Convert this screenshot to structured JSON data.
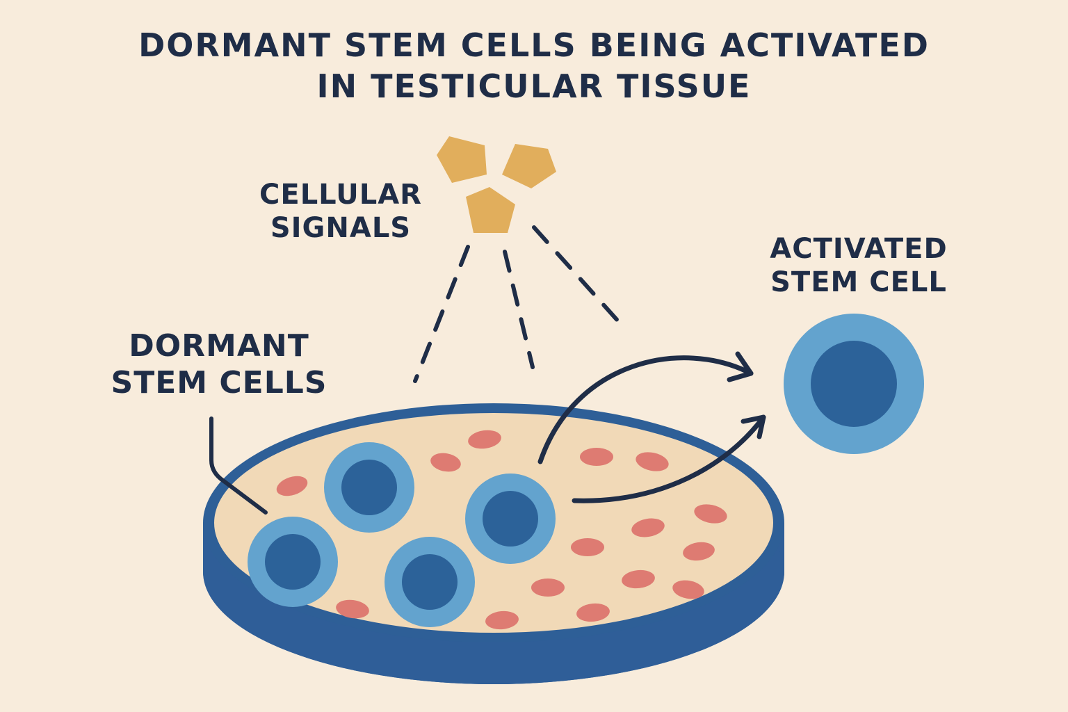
{
  "title": {
    "line1": "DORMANT STEM CELLS BEING ACTIVATED",
    "line2": "IN TESTICULAR TISSUE"
  },
  "labels": {
    "cellular_signals": {
      "line1": "CELLULAR",
      "line2": "SIGNALS"
    },
    "activated_stem_cell": {
      "line1": "ACTIVATED",
      "line2": "STEM CELL"
    },
    "dormant_stem_cells": {
      "line1": "DORMANT",
      "line2": "STEM CELLS"
    }
  },
  "icons": {
    "signal_molecule": "pentagon-icon",
    "stem_cell": "stem-cell-icon",
    "tissue_cell": "red-oval-cell-icon"
  },
  "colors": {
    "background": "#f8ecdc",
    "text": "#1f2d47",
    "dish_rim": "#2e5f97",
    "dish_side": "#2f5e98",
    "dish_inner": "#f1d9b7",
    "cell_outer": "#63a3ce",
    "cell_nucleus": "#2c6299",
    "tissue_cell": "#de7b72",
    "signal": "#e1ae5c",
    "arrow": "#1f2d47"
  }
}
